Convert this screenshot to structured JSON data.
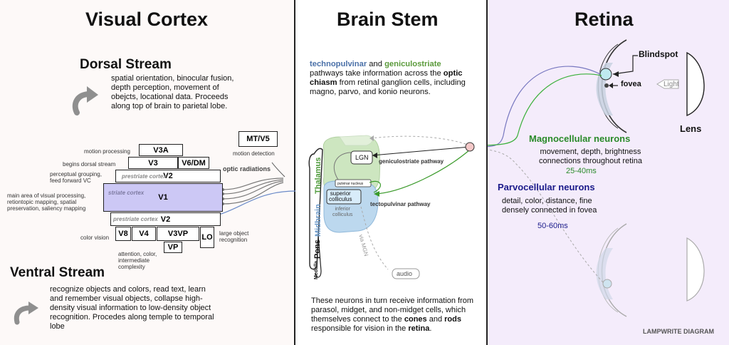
{
  "visual": {
    "title": "Visual Cortex",
    "dorsal": {
      "title": "Dorsal Stream",
      "desc": "spatial orientation, binocular fusion, depth perception, movement of obejcts, locational data. Proceeds along top of brain to parietal lobe."
    },
    "ventral": {
      "title": "Ventral Stream",
      "desc": "recognize objects and colors, read text, learn and remember visual objects, collapse high-density visual information to low-density object recognition. Procedes along temple to temporal lobe"
    },
    "areas": {
      "v3a": "V3A",
      "v3": "V3",
      "v6dm": "V6/DM",
      "v2_top": "V2",
      "v1": "V1",
      "v2_bottom": "V2",
      "v8": "V8",
      "v4": "V4",
      "v3vp": "V3VP",
      "lo": "LO",
      "vp": "VP",
      "mtv5": "MT/V5"
    },
    "labels": {
      "motion_processing": "motion processing",
      "begins_dorsal": "begins dorsal stream",
      "perceptual_grouping": "perceptual grouping,\nfeed forward VC",
      "main_area": "main area of visual processing,\nretiontopic mapping, spatial\npreservation, saliency mapping",
      "color_vision": "color vision",
      "attention": "attention, color,\nintermediate\ncomplexity",
      "large_object": "large object\nrecognition",
      "motion_detection": "motion detection",
      "optic_radiations": "optic radiations",
      "prestriate_top": "prestriate cortex",
      "striate": "striate cortex",
      "prestriate_bottom": "prestriate cortex"
    }
  },
  "stem": {
    "title": "Brain Stem",
    "intro": {
      "techno": "technopulvinar",
      "and": " and ",
      "genic": "geniculostriate",
      "rest1": " pathways take information across the ",
      "chiasm": "optic chiasm",
      "rest2": " from retinal ganglion cells, including  magno, parvo, and konio neurons."
    },
    "outro": {
      "p1": "These neurons in turn receive information from parasol, midget, and non-midget cells, which themselves connect to the ",
      "cones": "cones",
      "p2": " and ",
      "rods": "rods",
      "p3": " responsible for vision in the ",
      "retina": "retina",
      "p4": "."
    },
    "labels": {
      "lgn": "LGN",
      "geniculostriate_pathway": "geniculostriate pathway",
      "pulvinar_nucleus": "pulvinar nucleus",
      "superior_colliculus": "superior\ncolliculus",
      "inferior_colliculus": "inferior\ncolliculus",
      "tectopulvinar_pathway": "tectopulvinar pathway",
      "thalamus": "Thalamus",
      "midbrain": "Midbrain",
      "pons": "Pons",
      "medulla": "Medulla",
      "via_mgn": "via MGN",
      "audio": "audio"
    }
  },
  "retina": {
    "title": "Retina",
    "blindspot": "Blindspot",
    "fovea": "fovea",
    "light": "Light",
    "lens": "Lens",
    "magno": {
      "title": "Magnocellular neurons",
      "desc": "movement, depth, brightness\nconnections throughout retina",
      "timing": "25-40ms"
    },
    "parvo": {
      "title": "Parvocellular neurons",
      "desc": "detail, color, distance, fine\ndensely connected in fovea",
      "timing": "50-60ms"
    },
    "credit": "LAMPWRITE DIAGRAM"
  },
  "colors": {
    "techno": "#4a70a8",
    "genic": "#5a9a3a",
    "magno": "#2a8a2a",
    "parvo": "#1a1a8a",
    "v1_fill": "#ccc8f5",
    "thalamus": "#cde6c0",
    "midbrain": "#bcd8ee",
    "panel_retina": "#f4ecfb"
  },
  "icons": [
    "curved-arrow-up-icon",
    "curved-arrow-right-icon",
    "optic-chiasm-node-icon",
    "optic-radiations-node-icon"
  ]
}
